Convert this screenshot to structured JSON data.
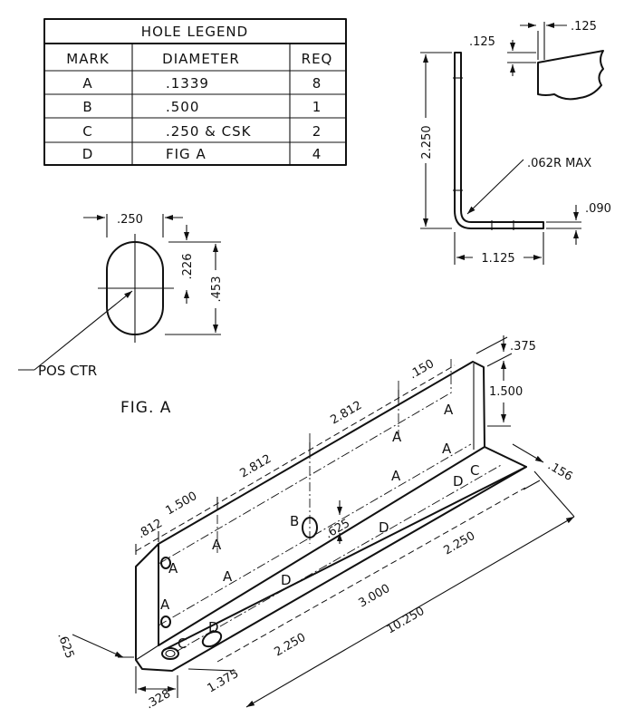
{
  "hole_legend": {
    "title": "HOLE LEGEND",
    "headers": [
      "MARK",
      "DIAMETER",
      "REQ"
    ],
    "rows": [
      {
        "mark": "A",
        "diameter": ".1339",
        "req": "8"
      },
      {
        "mark": "B",
        "diameter": ".500",
        "req": "1"
      },
      {
        "mark": "C",
        "diameter": ".250 & CSK",
        "req": "2"
      },
      {
        "mark": "D",
        "diameter": "FIG  A",
        "req": "4"
      }
    ]
  },
  "section_view": {
    "height": "2.250",
    "base_length": "1.125",
    "bend_radius": ".062R MAX",
    "base_thickness": ".090",
    "detail_w": ".125",
    "detail_h": ".125"
  },
  "fig_a": {
    "caption": "FIG. A",
    "width": ".250",
    "half_length": ".226",
    "length": ".453",
    "leader": "POS CTR"
  },
  "iso_view": {
    "top_375": ".375",
    "top_150": ".150",
    "flange_1500": "1.500",
    "pitch_a": "2.812",
    "pitch_b": "2.812",
    "first_a": "1.500",
    "edge_812": ".812",
    "b_offset": ".625",
    "right_156": ".156",
    "d_2250_right": "2.250",
    "d_3000": "3.000",
    "d_2250_left": "2.250",
    "total_10250": "10.250",
    "left_625": ".625",
    "left_328": ".328",
    "left_1375": "1.375",
    "marks": {
      "a": "A",
      "b": "B",
      "c": "C",
      "d": "D"
    }
  },
  "colors": {
    "ink": "#111111",
    "paper": "#ffffff"
  }
}
